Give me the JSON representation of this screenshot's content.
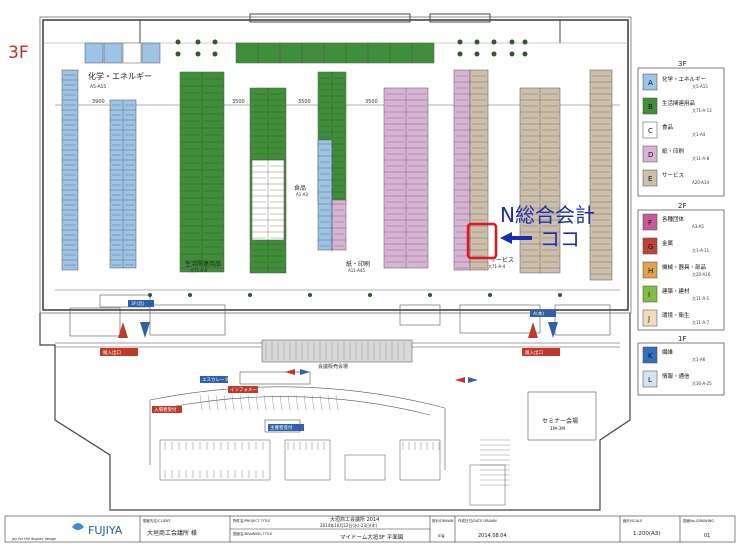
{
  "floor_label": "3F",
  "annotation": {
    "main": "N総合会計",
    "sub": "ココ",
    "color": "#1a2fb0",
    "highlight": "#e8141c"
  },
  "aisle_labels": {
    "chem": "化学・エネルギー",
    "chem_code": "A5-A15",
    "living": "生活関連用品",
    "living_code": "大71-A-9",
    "food": "食品",
    "food_code": "A1-A3",
    "paper": "紙・印刷",
    "paper_code": "A11-A45",
    "service": "サービス",
    "service_code": "大71-A-4",
    "hall": "会議販売会場",
    "seminar": "セミナー会場",
    "seminar_code": "1M-3M"
  },
  "dimensions": [
    "3900",
    "3500",
    "3500",
    "3500"
  ],
  "signs": [
    "搬入出口",
    "搬入出口",
    "3F(北)",
    "A(本)",
    "エスカレーター",
    "インフォメーション",
    "入場者受付",
    "主催者受付"
  ],
  "legend": {
    "floor3": "3F",
    "floor2": "2F",
    "floor1": "1F",
    "items": [
      {
        "key": "A",
        "name": "化学・エネルギー",
        "code": "大5-A15",
        "color": "#9dc3e6"
      },
      {
        "key": "B",
        "name": "生活関連用品",
        "code": "大71-A-13",
        "color": "#3f8f3a"
      },
      {
        "key": "C",
        "name": "食品",
        "code": "大1-A4",
        "color": "#ffffff"
      },
      {
        "key": "D",
        "name": "紙・印刷",
        "code": "大11-A-8",
        "color": "#d9b3d6"
      },
      {
        "key": "E",
        "name": "サービス",
        "code": "A20-A14",
        "color": "#cdbfaa"
      },
      {
        "key": "F",
        "name": "各種団体",
        "code": "A3-A5",
        "color": "#c85a97"
      },
      {
        "key": "G",
        "name": "金属",
        "code": "大1-A-11",
        "color": "#c0433a"
      },
      {
        "key": "H",
        "name": "機械・器具・部品",
        "code": "大20-A16",
        "color": "#e0a24a"
      },
      {
        "key": "I",
        "name": "建築・建材",
        "code": "大11-A-1",
        "color": "#7fbf3f"
      },
      {
        "key": "J",
        "name": "環境・衛生",
        "code": "大11-A-7",
        "color": "#f2dcbc"
      },
      {
        "key": "K",
        "name": "繊維",
        "code": "大1-A6",
        "color": "#2f6fc0"
      },
      {
        "key": "L",
        "name": "情報・通信",
        "code": "大30-A-25",
        "color": "#cfe6f0"
      }
    ]
  },
  "title_block": {
    "brand": "FUJIYA",
    "tagline": "joy for the display design",
    "client_label": "御客先名/CLIENT",
    "client": "大垣商工会議所 様",
    "project_label": "物件名/PROJECT TITLE",
    "project": "大垣商工会議所 2014",
    "project_date": "2014年10月22日(水)-23日(木)",
    "drawing_label": "図面名/DRAWING TITLE",
    "drawing": "マイドーム大垣3F 平面図",
    "drawn_label": "設計/DRAWN",
    "drawn": "sig",
    "date_label": "作成日付/DATE DRAWN",
    "date": "2014.08.04",
    "scale_label": "縮尺/SCALE",
    "scale": "1:200(A3)",
    "no_label": "図面No./DRAWING",
    "no": "01"
  }
}
